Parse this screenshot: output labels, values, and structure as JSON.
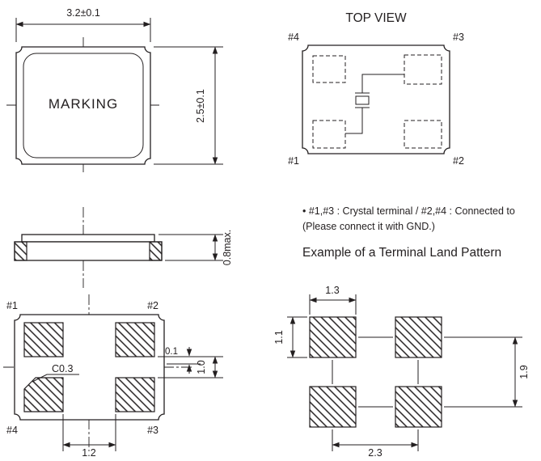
{
  "drawing": {
    "ink_color": "#231f20",
    "background_color": "#ffffff"
  },
  "outline_view": {
    "marking": "MARKING",
    "dim_width": "3.2±0.1",
    "dim_height": "2.5±0.1"
  },
  "top_view": {
    "title": "TOP VIEW",
    "pad_labels": {
      "p1": "#1",
      "p2": "#2",
      "p3": "#3",
      "p4": "#4"
    }
  },
  "side_view": {
    "dim_height": "0.8max."
  },
  "notes": {
    "line1": "• #1,#3 : Crystal terminal / #2,#4 : Connected to",
    "line2": "(Please connect it with GND.)"
  },
  "bottom_view": {
    "pad_labels": {
      "p1": "#1",
      "p2": "#2",
      "p3": "#3",
      "p4": "#4"
    },
    "dim_edge_offset": "0.1",
    "dim_pad_gap": "1.0",
    "chamfer_label": "C0.3",
    "dim_pad_pitch": "1.2"
  },
  "land_pattern": {
    "title": "Example of a Terminal Land Pattern",
    "dim_pad_width": "1.3",
    "dim_pad_height": "1.1",
    "dim_vertical_pitch": "1.9",
    "dim_horizontal_pitch": "2.3"
  }
}
